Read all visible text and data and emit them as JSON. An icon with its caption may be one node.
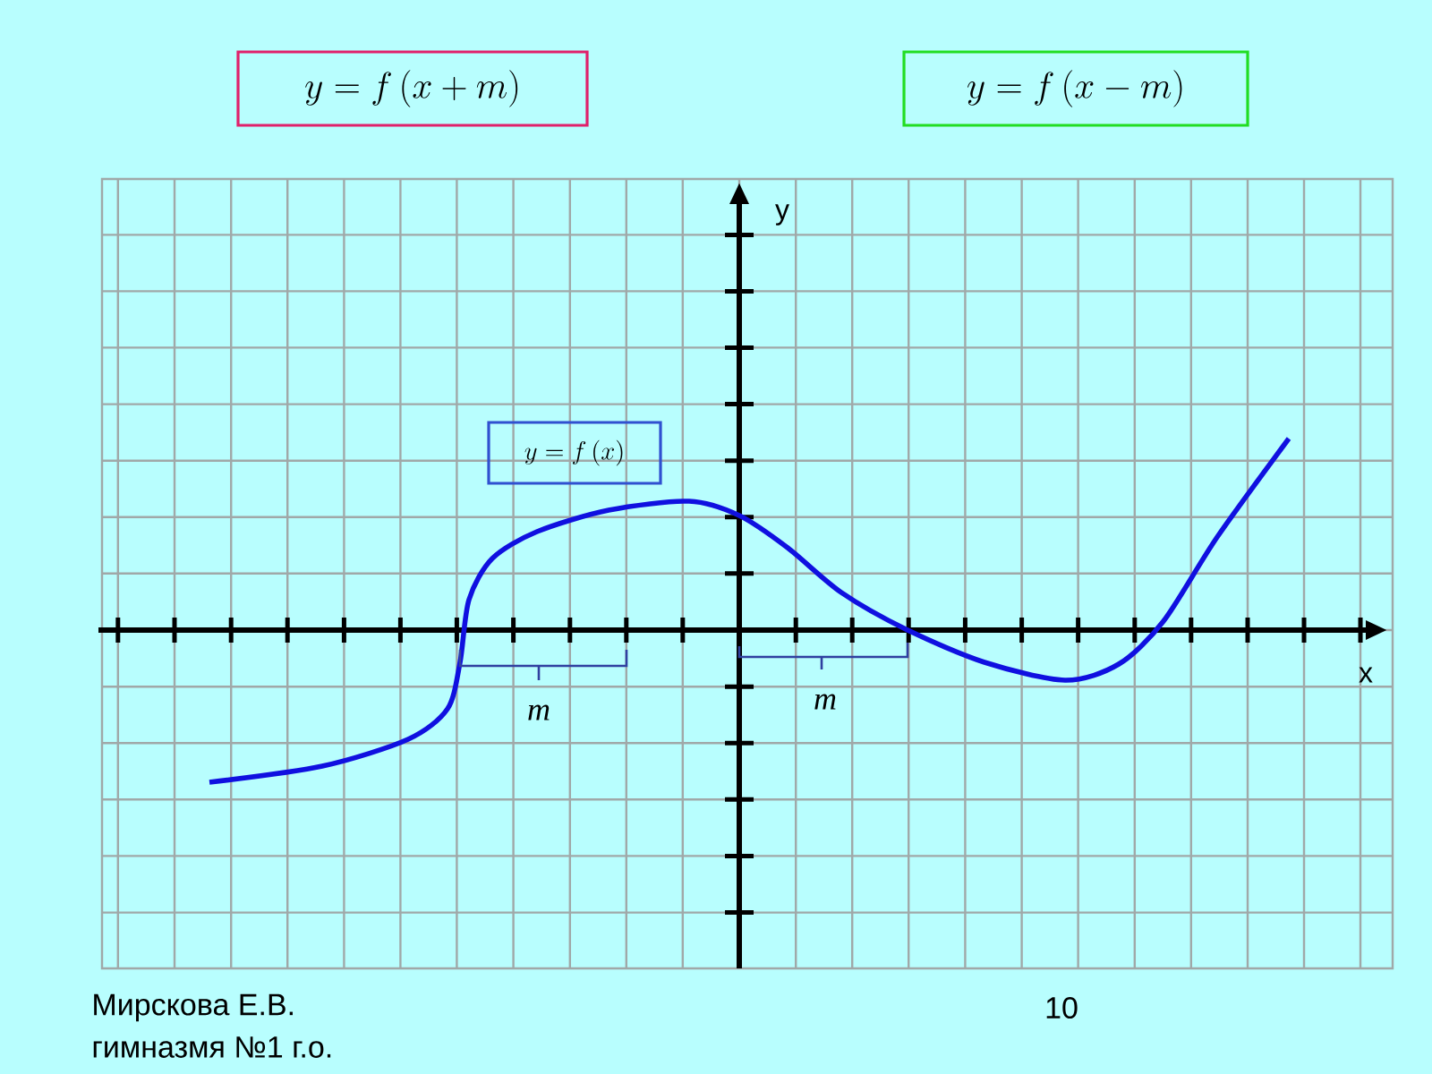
{
  "diagram": {
    "nodes": [
      {
        "text": [
          "y = f\\,(x + m)"
        ]
      },
      {
        "text": [
          "y = f\\,(x - m)"
        ]
      },
      {
        "text": [
          "y = f\\,(x)"
        ]
      }
    ],
    "labels": [
      "y",
      "x",
      "m",
      "m",
      "Мирскова Е.В.",
      "10",
      "гимназмя №1 г.о."
    ]
  }
}
